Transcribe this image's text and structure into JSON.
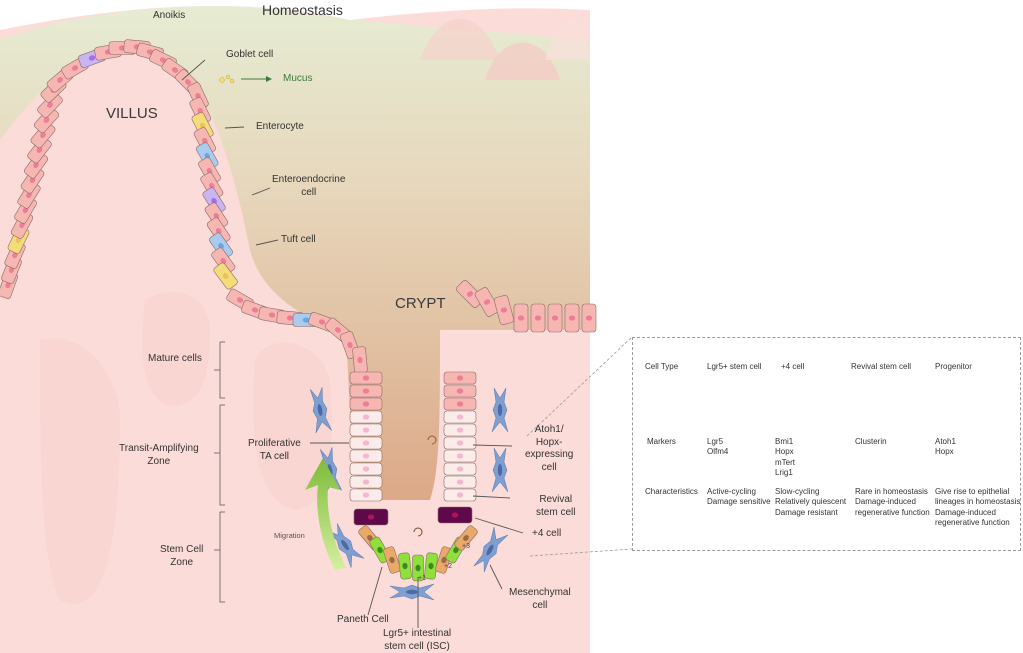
{
  "title": "Homeostasis",
  "regions": {
    "villus": "VILLUS",
    "crypt": "CRYPT"
  },
  "labels": {
    "anoikis": "Anoikis",
    "goblet_cell": "Goblet cell",
    "mucus": "Mucus",
    "enterocyte": "Enterocyte",
    "enteroendocrine_line1": "Enteroendocrine",
    "enteroendocrine_line2": "cell",
    "tuft_cell": "Tuft cell",
    "proliferative_line1": "Proliferative",
    "proliferative_line2": "TA cell",
    "migration": "Migration",
    "atoh1_line1": "Atoh1/",
    "atoh1_line2": "Hopx-",
    "atoh1_line3": "expressing",
    "atoh1_line4": "cell",
    "revival_line1": "Revival",
    "revival_line2": "stem cell",
    "plus4": "+4  cell",
    "mesenchymal_line1": "Mesenchymal",
    "mesenchymal_line2": "cell",
    "paneth": "Paneth Cell",
    "lgr5_line1": "Lgr5+ intestinal",
    "lgr5_line2": "stem cell (ISC)",
    "pos1": "+1",
    "pos2": "+2",
    "pos3": "+3"
  },
  "zones": [
    {
      "line1": "Mature cells",
      "line2": ""
    },
    {
      "line1": "Transit-Amplifying",
      "line2": "Zone"
    },
    {
      "line1": "Stem Cell",
      "line2": "Zone"
    }
  ],
  "table": {
    "row_headers": {
      "cell_type": "Cell Type",
      "markers": "Markers",
      "characteristics": "Characteristics"
    },
    "columns": [
      {
        "cell_type": "Lgr5+ stem cell",
        "markers": [
          "Lgr5",
          "Olfm4"
        ],
        "characteristics": [
          "Active-cycling",
          "Damage sensitive"
        ],
        "color": "#8fe03a"
      },
      {
        "cell_type": "+4 cell",
        "markers": [
          "Bmi1",
          "Hopx",
          "mTert",
          "Lrig1"
        ],
        "characteristics": [
          "Slow-cycling",
          "Relatively quiescent",
          "Damage resistant"
        ],
        "color": "#5e0a4a"
      },
      {
        "cell_type": "Revival stem cell",
        "markers": [
          "Clusterin"
        ],
        "characteristics": [
          "Rare in homeostasis",
          "Damage-induced",
          "regenerative function"
        ],
        "color": "#fbe9e4"
      },
      {
        "cell_type": "Progenitor",
        "markers": [
          "Atoh1",
          "Hopx"
        ],
        "characteristics": [
          "Give rise to epithelial",
          "lineages in homeostasis",
          "Damage-induced",
          "regenerative function"
        ],
        "color": "#f7d2cd"
      }
    ]
  },
  "colors": {
    "tissue_pink": "#fbdcd8",
    "epithelial_cell": "#f6b7b3",
    "nucleus": "#ee7d96",
    "lumen_top": "#e8ecd6",
    "lumen_bottom": "#e2b693",
    "goblet": "#f4dc7a",
    "enteroendocrine": "#c8b5f2",
    "tuft": "#a8cbef",
    "mesenchymal": "#7f9fd1",
    "paneth": "#e9a968",
    "lgr5": "#8fe03a",
    "plus4": "#5e0a4a",
    "migration_arrow": "#8dc63f"
  }
}
